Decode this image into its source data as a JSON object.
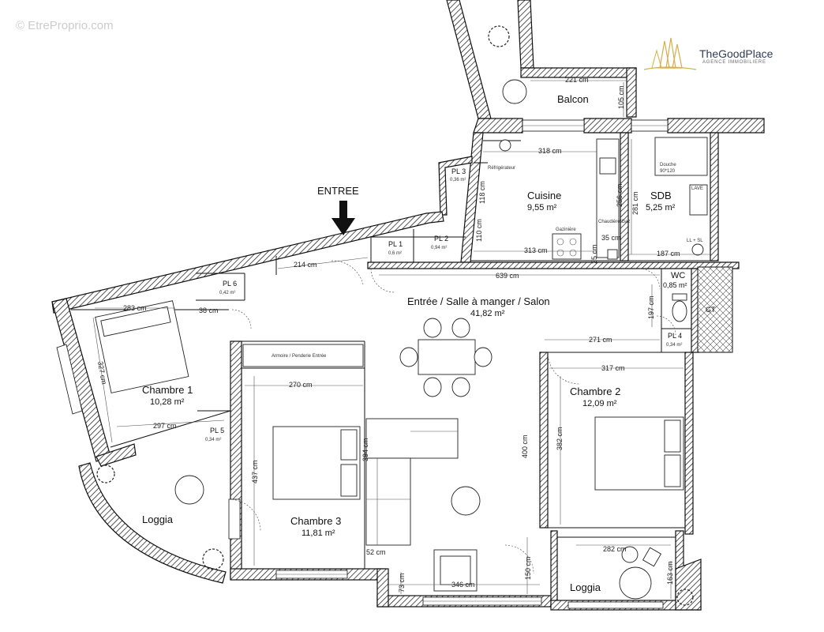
{
  "watermark": "© EtreProprio.com",
  "logo": {
    "name": "TheGoodPlace",
    "subtitle": "AGENCE IMMOBILIERE",
    "gold": "#d9ad4b",
    "navy": "#2f3b55"
  },
  "entrance_label": "ENTREE",
  "rooms": {
    "balcon": "Balcon",
    "cuisine": {
      "name": "Cuisine",
      "area": "9,55 m²"
    },
    "sdb": {
      "name": "SDB",
      "area": "5,25 m²"
    },
    "wc": {
      "name": "WC",
      "area": "0,85 m²"
    },
    "gt": "GT",
    "sejour": {
      "name": "Entrée / Salle à manger / Salon",
      "area": "41,82 m²"
    },
    "chambre1": {
      "name": "Chambre 1",
      "area": "10,28 m²"
    },
    "chambre2": {
      "name": "Chambre 2",
      "area": "12,09 m²"
    },
    "chambre3": {
      "name": "Chambre 3",
      "area": "11,81 m²"
    },
    "loggia_left": "Loggia",
    "loggia_right": "Loggia"
  },
  "closets": {
    "pl1": {
      "name": "PL 1",
      "area": "0,6 m²"
    },
    "pl2": {
      "name": "PL 2",
      "area": "0,94 m²"
    },
    "pl3": {
      "name": "PL 3",
      "area": "0,36 m²"
    },
    "pl4": {
      "name": "PL 4",
      "area": "0,34 m²"
    },
    "pl5": {
      "name": "PL 5",
      "area": "0,34 m²"
    },
    "pl6": {
      "name": "PL 6",
      "area": "0,42 m²"
    }
  },
  "fixtures": {
    "refrigerateur": "Réfrigérateur",
    "douche": "Douche",
    "douche_size": "90*120",
    "gaziniere": "Gazinière",
    "chaudiere": "Chaudière/Gaz",
    "ll_sl": "LL + SL",
    "armoire": "Armoire / Penderie Entrée",
    "lave": "LAVE"
  },
  "dimensions": {
    "balcon_w": "221 cm",
    "balcon_h": "105 cm",
    "cuisine_w": "318 cm",
    "cuisine_w2": "313 cm",
    "cuisine_h1": "118 cm",
    "cuisine_h2": "110 cm",
    "sdb_h": "281 cm",
    "sdb_h2": "256 cm",
    "sdb_w": "187 cm",
    "d35": "35 cm",
    "d25": "25 cm",
    "d639": "639 cm",
    "d214": "214 cm",
    "d283": "283 cm",
    "d38": "38 cm",
    "d327": "327 cm",
    "d297": "297 cm",
    "d270": "270 cm",
    "d437": "437 cm",
    "d394": "394 cm",
    "d271": "271 cm",
    "d317": "317 cm",
    "d400": "400 cm",
    "d382": "382 cm",
    "d197": "197 cm",
    "d52": "52 cm",
    "d73": "73 cm",
    "d346": "346 cm",
    "d150": "150 cm",
    "d282": "282 cm",
    "d163": "163 cm"
  }
}
